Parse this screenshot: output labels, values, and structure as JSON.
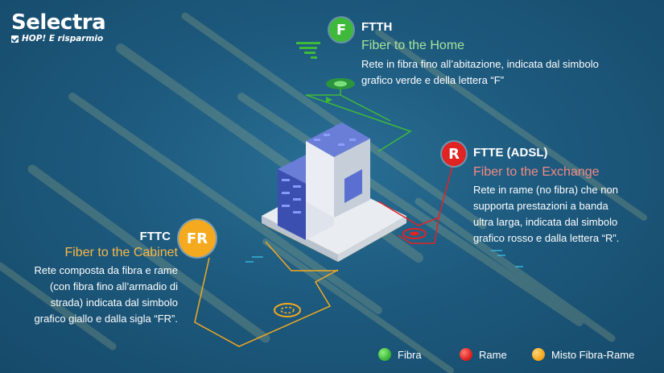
{
  "brand": {
    "name": "Selectra",
    "tagline": "HOP! E risparmio"
  },
  "ftth": {
    "badge": "F",
    "code": "FTTH",
    "subtitle": "Fiber to the Home",
    "desc": [
      "Rete in fibra fino all’abitazione, indicata dal simbolo",
      "grafico verde e della lettera “F”"
    ],
    "color": "#3fb93a",
    "subtitle_color": "#a6e39a"
  },
  "ftte": {
    "badge": "R",
    "code": "FTTE (ADSL)",
    "subtitle": "Fiber to the Exchange",
    "desc": [
      "Rete in rame (no fibra) che non",
      "supporta prestazioni a banda",
      "ultra larga, indicata dal simbolo",
      "grafico rosso e dalla lettera “R”."
    ],
    "color": "#e02424",
    "subtitle_color": "#f28a84"
  },
  "fttc": {
    "badge": "FR",
    "code": "FTTC",
    "subtitle": "Fiber to the Cabinet",
    "desc": [
      "Rete composta da fibra e rame",
      "(con fibra fino all’armadio di",
      "strada) indicata dal simbolo",
      "grafico giallo e dalla sigla “FR”."
    ],
    "color": "#f4a91f",
    "subtitle_color": "#f7b84a"
  },
  "legend": [
    {
      "label": "Fibra",
      "color": "#3fb93a"
    },
    {
      "label": "Rame",
      "color": "#e02424"
    },
    {
      "label": "Misto Fibra-Rame",
      "color": "#f4a91f"
    }
  ]
}
